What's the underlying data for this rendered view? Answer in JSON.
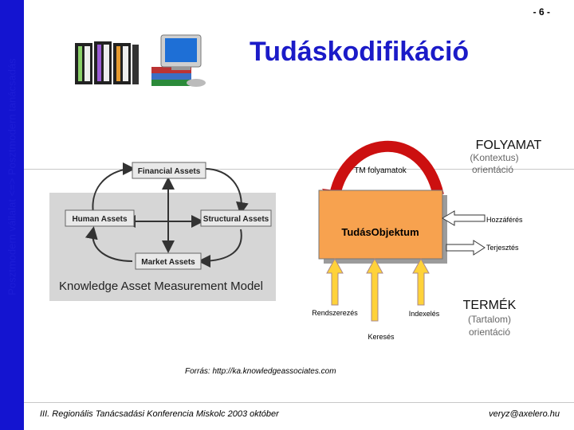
{
  "page_number": "- 6 -",
  "sidebar": {
    "text": "Posztmodern vállalat <=> Posztmodern tanácsadás",
    "color": "#1414d0"
  },
  "title": "Tudáskodifikáció",
  "kam_model": {
    "financial": "Financial Assets",
    "human": "Human Assets",
    "structural": "Structural Assets",
    "market": "Market Assets",
    "caption": "Knowledge Asset Measurement Model"
  },
  "process": {
    "folyamat": "FOLYAMAT",
    "kontextus_1": "(Kontextus)",
    "kontextus_2": "orientáció",
    "tm_folyamatok": "TM folyamatok",
    "objektum": "TudásObjektum",
    "hozzaferes": "Hozzáférés",
    "terjesztes": "Terjesztés",
    "rendszerezes": "Rendszerezés",
    "kereses": "Keresés",
    "indexeles": "Indexelés",
    "termek": "TERMÉK",
    "tartalom_1": "(Tartalom)",
    "tartalom_2": "orientáció",
    "colors": {
      "object_fill": "#f7a24f",
      "arrow_red": "#cc1010",
      "arrow_yellow": "#ffd23a"
    }
  },
  "source": "Forrás:   http://ka.knowledgeassociates.com",
  "footer": {
    "left": "III. Regionális Tanácsadási Konferencia Miskolc 2003 október",
    "right": "veryz@axelero.hu"
  }
}
